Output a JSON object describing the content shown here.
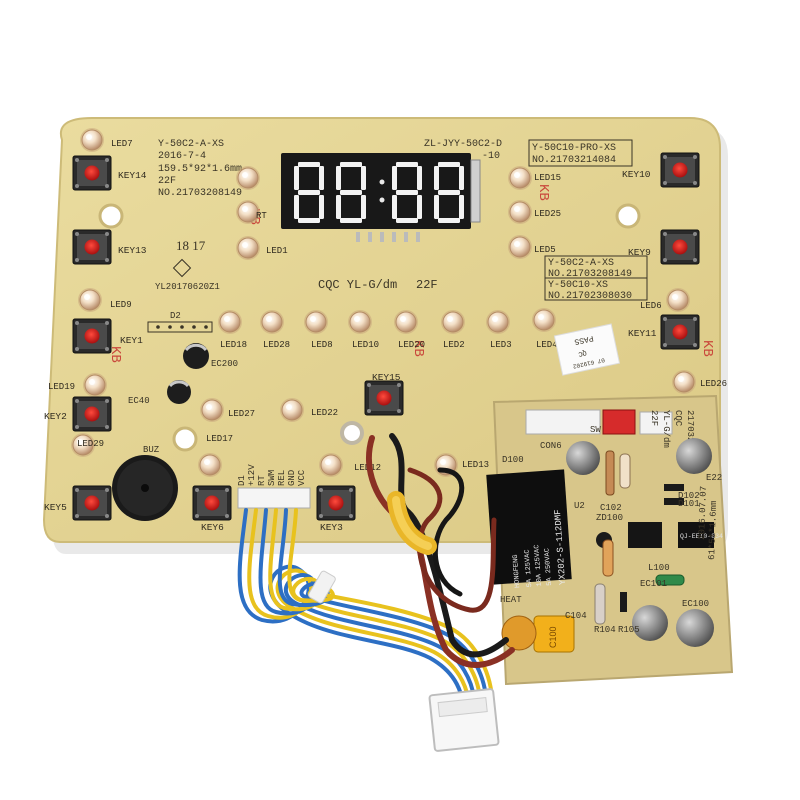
{
  "board": {
    "colors": {
      "pcb": "#e7d79a",
      "pcb_edge": "#cdbb78",
      "silk": "#3a3426",
      "led_red_mark": "#c9473b",
      "button_cap": "#d21e1e",
      "display_body": "#181818",
      "display_segment": "#f2f2f2",
      "wire_blue": "#2d6fc4",
      "wire_yellow": "#e8c21e",
      "power_board": "#d8c68a"
    },
    "silkscreen_top_left": {
      "model": "Y-50C2-A-XS",
      "date": "2016-7-4",
      "dims": "159.5*92*1.6mm",
      "grade": "22F",
      "number": "NO.21703208149"
    },
    "silkscreen_top_right": {
      "part": "ZL-JYY-50C2-D",
      "rev": "-10",
      "box1_line1": "Y-50C10-PRO-XS",
      "box1_line2": "NO.21703214084"
    },
    "silkscreen_right_box": {
      "line1": "Y-50C2-A-XS",
      "line2": "NO.21703208149",
      "line3": "Y-50C10-XS",
      "line4": "NO.21702308030"
    },
    "silkscreen_misc": {
      "batch": "YL20170620Z1",
      "cqc": "CQC YL-G/dm",
      "cqc_grade": "22F",
      "handwritten": "18 17",
      "d2": "D2",
      "ec200": "EC200",
      "buzzer": "BUZ",
      "ec40": "EC40",
      "kb": "KB"
    },
    "display": {
      "digits": [
        "8",
        "8",
        "8",
        "8"
      ],
      "colon": ":"
    },
    "led_labels": {
      "led7": "LED7",
      "led1": "LED1",
      "lrt": "RT",
      "led15": "LED15",
      "led25": "LED25",
      "led5": "LED5",
      "led9": "LED9",
      "led18": "LED18",
      "led28": "LED28",
      "led8": "LED8",
      "led10": "LED10",
      "led20": "LED20",
      "led2": "LED2",
      "led3": "LED3",
      "led4": "LED4",
      "led6": "LED6",
      "led19": "LED19",
      "led27": "LED27",
      "led22": "LED22",
      "led29": "LED29",
      "led17": "LED17",
      "led12": "LED12",
      "led13": "LED13",
      "led26": "LED26"
    },
    "key_labels": {
      "key14": "KEY14",
      "key13": "KEY13",
      "key1": "KEY1",
      "key2": "KEY2",
      "key5": "KEY5",
      "key6": "KEY6",
      "key3": "KEY3",
      "key15": "KEY15",
      "key10": "KEY10",
      "key9": "KEY9",
      "key11": "KEY11"
    },
    "connector_pins": [
      "D1",
      "+12V",
      "RT",
      "SWM",
      "REL",
      "GND",
      "VCC"
    ],
    "sticker": {
      "line1": "PASS",
      "line2": "QC",
      "line3": "07 619202"
    }
  },
  "power_board": {
    "header_code": "217032081",
    "header_sub1": "CQC",
    "header_sub2": "YL-G/dm",
    "header_sub3": "22F",
    "relay": {
      "brand": "HONGFENG",
      "model": "YX202-S-112DMF",
      "rating1": "5A 125VAC",
      "rating2": "10A 125VAC",
      "rating3": "5A 250VAC"
    },
    "ic_label": "QJ-EEI0-834",
    "cap_yellow": "C100",
    "dims": "61*51*1.6mm",
    "date": "2016.07.07",
    "labels": [
      "CON6",
      "D100",
      "U2",
      "D101",
      "D102",
      "L100",
      "EC100",
      "EC101",
      "C104",
      "R104",
      "R105",
      "HEAT",
      "E22",
      "ZD100",
      "C102",
      "SW"
    ]
  },
  "cable": {
    "wire_colors": [
      "blue",
      "yellow"
    ],
    "heater_wire_colors": [
      "red-brown",
      "black"
    ]
  }
}
